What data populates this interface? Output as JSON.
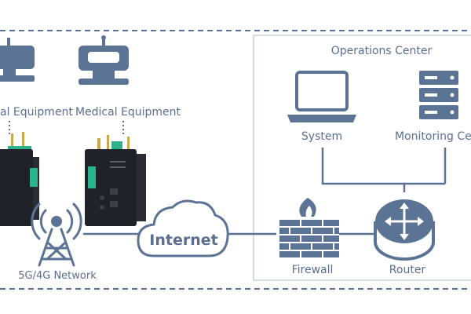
{
  "labels": {
    "medical_equipment_left": "al Equipment",
    "medical_equipment_right": "Medical Equipment",
    "network": "5G/4G Network",
    "internet": "Internet",
    "operations_center": "Operations Center",
    "system": "System",
    "monitoring_center": "Monitoring Cen",
    "firewall": "Firewall",
    "router": "Router"
  },
  "colors": {
    "icon": "#5b7395",
    "line": "#5b7395",
    "border": "#c8d0db",
    "device_body": "#1f2228",
    "device_accent": "#2db38b",
    "antenna": "#c9a94b"
  }
}
